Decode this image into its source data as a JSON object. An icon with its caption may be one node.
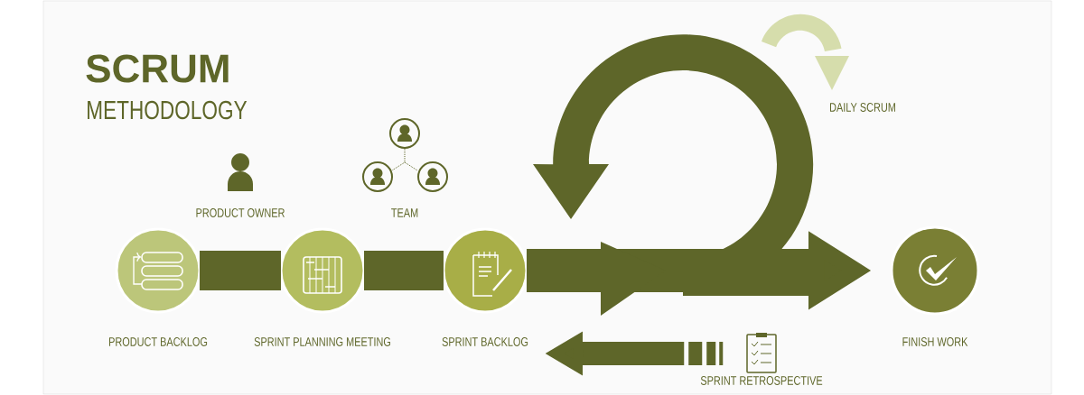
{
  "diagram": {
    "title": "SCRUM",
    "nodes": [
      {
        "text": [
          "PRODUCT BACKLOG"
        ]
      },
      {
        "text": [
          "SPRINT PLANNING MEETING"
        ]
      },
      {
        "text": [
          "SPRINT BACKLOG"
        ]
      },
      {
        "text": [
          "FINISH WORK"
        ]
      },
      {
        "text": [
          "PRODUCT OWNER"
        ]
      },
      {
        "text": [
          "TEAM"
        ]
      },
      {
        "text": [
          "SPRINT RETROSPECTIVE"
        ]
      }
    ],
    "edges": [
      {
        "from": 0,
        "to": 1,
        "arrow": "none"
      },
      {
        "from": 1,
        "to": 2,
        "arrow": "none"
      },
      {
        "from": 2,
        "to": 3,
        "arrow": "to"
      },
      {
        "from": 6,
        "to": null,
        "arrow": "to",
        "style": "dashed"
      }
    ],
    "labels": [
      "METHODOLOGY",
      "DAILY SCRUM"
    ]
  }
}
